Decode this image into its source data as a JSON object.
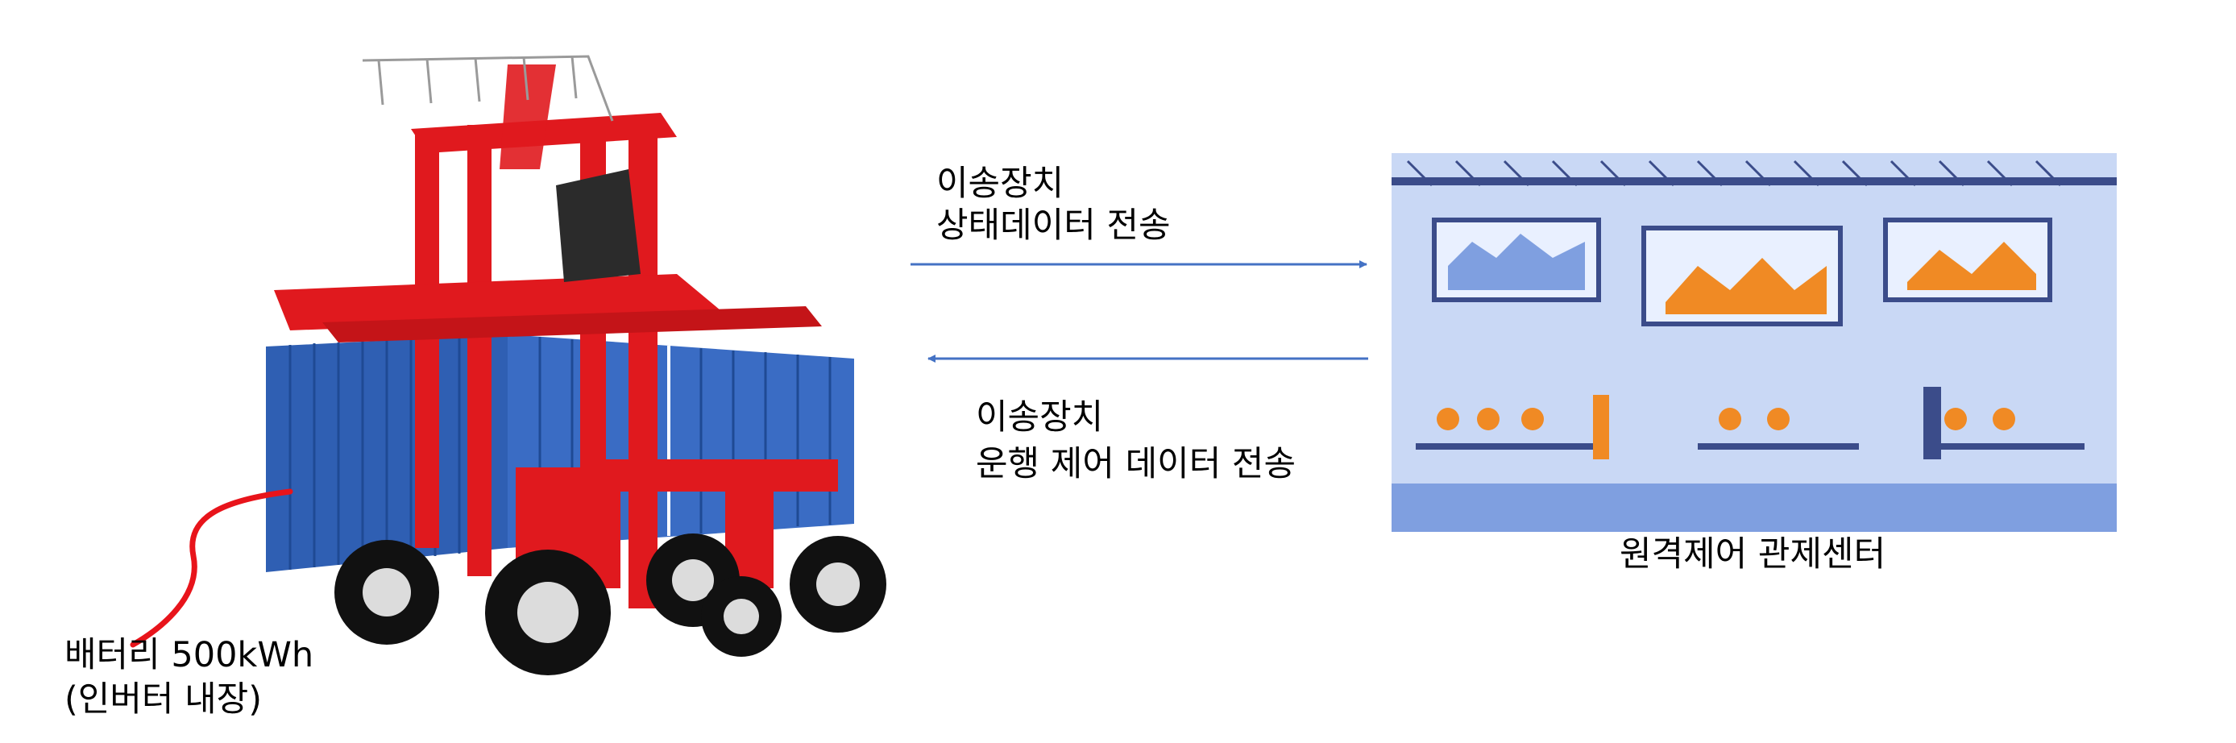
{
  "labels": {
    "status_line1": "이송장치",
    "status_line2": "상태데이터 전송",
    "control_line1": "이송장치",
    "control_line2": "운행 제어 데이터 전송",
    "control_center": "원격제어 관제센터",
    "battery_line1": "배터리 500kWh",
    "battery_line2": "(인버터 내장)"
  },
  "colors": {
    "frame_red": "#e0191e",
    "container_blue": "#2f5fb3",
    "arrow_blue": "#4472c4",
    "leader_red": "#e8141b",
    "room_bg": "#c9d8f5",
    "floor": "#7f9fe0"
  }
}
